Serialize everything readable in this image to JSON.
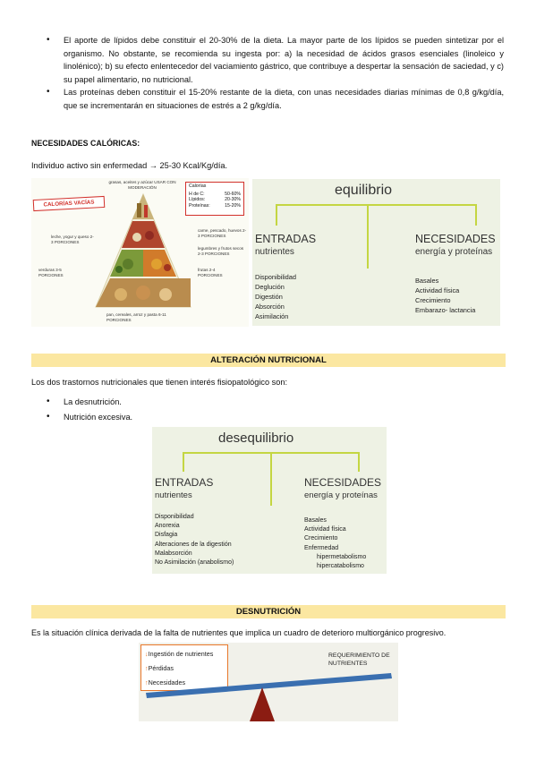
{
  "intro_bullets": [
    "El aporte de lípidos debe constituir el 20-30% de la dieta. La mayor parte de los lípidos se pueden sintetizar por el organismo. No obstante, se recomienda su ingesta por: a) la necesidad de ácidos grasos esenciales (linoleico y linolénico); b) su efecto enlentecedor del vaciamiento gástrico, que contribuye a despertar la sensación de saciedad, y c) su papel alimentario, no nutricional.",
    "Las proteínas deben constituir el 15-20% restante de la dieta, con unas necesidades diarias mínimas de 0,8 g/kg/día, que se incrementarán en situaciones de estrés a 2 g/kg/día."
  ],
  "caloric": {
    "heading": "NECESIDADES CALÓRICAS:",
    "text": "Individuo activo sin enfermedad → 25-30 Kcal/Kg/día."
  },
  "pyramid": {
    "empty_calories": "CALORÍAS VACÍAS",
    "top_label": "grasas, aceites y azúcar USAR CON MODERACIÓN",
    "box_title": "Calorías",
    "box_rows": [
      [
        "H de C:",
        "50-60%"
      ],
      [
        "Lípidos:",
        "20-30%"
      ],
      [
        "Proteínas:",
        "15-20%"
      ]
    ],
    "left1": "leche, yogur y queso 2-3 PORCIONES",
    "left2": "verduras 3-5 PORCIONES",
    "right1": "carne, pescado, huevos 2-3 PORCIONES",
    "right2": "legumbres y frutos secos 2-3 PORCIONES",
    "right3": "frutas 2-4 PORCIONES",
    "bottom": "pan, cereales, arroz y pasta 6-11 PORCIONES"
  },
  "equilibrio": {
    "title": "equilibrio",
    "left_head": "ENTRADAS",
    "left_sub": "nutrientes",
    "left_items": [
      "Disponibilidad",
      "Deglución",
      "Digestión",
      "Absorción",
      "Asimilación"
    ],
    "right_head": "NECESIDADES",
    "right_sub": "energía y proteínas",
    "right_items": [
      "Basales",
      "Actividad física",
      "Crecimiento",
      "Embarazo- lactancia"
    ]
  },
  "alteracion": {
    "band": "ALTERACIÓN NUTRICIONAL",
    "text": "Los dos trastornos nutricionales que tienen interés fisiopatológico son:",
    "bullets": [
      "La desnutrición.",
      "Nutrición excesiva."
    ]
  },
  "desequilibrio": {
    "title": "desequilibrio",
    "left_head": "ENTRADAS",
    "left_sub": "nutrientes",
    "left_items": [
      "Disponibilidad",
      "Anorexia",
      "Disfagia",
      "Alteraciones de la digestión",
      "Malabsorción",
      "No Asimilación (anabolismo)"
    ],
    "right_head": "NECESIDADES",
    "right_sub": "energía y proteínas",
    "right_items": [
      "Basales",
      "Actividad física",
      "Crecimiento",
      "Enfermedad"
    ],
    "right_sub_items": [
      "hipermetabolismo",
      "hipercatabolismo"
    ]
  },
  "desnutricion": {
    "band": "DESNUTRICIÓN",
    "text": "Es la situación clínica derivada de la falta de nutrientes que implica un cuadro de deterioro multiorgánico progresivo."
  },
  "balance": {
    "left_items": [
      "Ingestión de nutrientes",
      "Pérdidas",
      "Necesidades"
    ],
    "right_label": "REQUERIMIENTO DE NUTRIENTES"
  },
  "colors": {
    "band": "#fbe7a1",
    "accent_line": "#c4d642",
    "panel": "#eef2e4",
    "arrow": "#e8772a"
  }
}
